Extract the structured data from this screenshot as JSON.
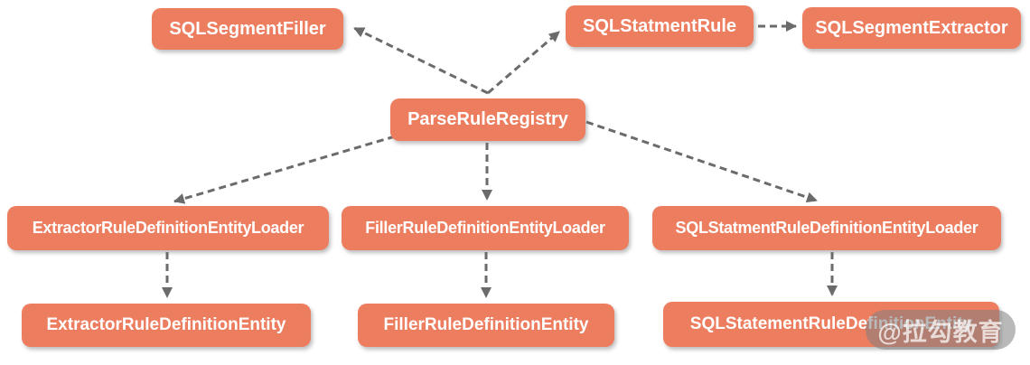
{
  "diagram": {
    "node_color": "#ED7D5F",
    "arrow_color": "#6B6B6B",
    "background_color": "#FFFFFF",
    "nodes": [
      {
        "id": "sql-segment-filler",
        "label": "SQLSegmentFiller"
      },
      {
        "id": "sql-statment-rule",
        "label": "SQLStatmentRule"
      },
      {
        "id": "sql-segment-extractor",
        "label": "SQLSegmentExtractor"
      },
      {
        "id": "parse-rule-registry",
        "label": "ParseRuleRegistry"
      },
      {
        "id": "extractor-rule-definition-entity-loader",
        "label": "ExtractorRuleDefinitionEntityLoader"
      },
      {
        "id": "filler-rule-definition-entity-loader",
        "label": "FillerRuleDefinitionEntityLoader"
      },
      {
        "id": "sql-statment-rule-definition-entity-loader",
        "label": "SQLStatmentRuleDefinitionEntityLoader"
      },
      {
        "id": "extractor-rule-definition-entity",
        "label": "ExtractorRuleDefinitionEntity"
      },
      {
        "id": "filler-rule-definition-entity",
        "label": "FillerRuleDefinitionEntity"
      },
      {
        "id": "sql-statement-rule-definition-entity",
        "label": "SQLStatementRuleDefinitionEntity"
      }
    ],
    "edges": [
      {
        "from": "ParseRuleRegistry",
        "to": "SQLSegmentFiller",
        "style": "dashed-arrow"
      },
      {
        "from": "ParseRuleRegistry",
        "to": "SQLStatmentRule",
        "style": "dashed-arrow"
      },
      {
        "from": "SQLStatmentRule",
        "to": "SQLSegmentExtractor",
        "style": "dashed-arrow"
      },
      {
        "from": "ParseRuleRegistry",
        "to": "ExtractorRuleDefinitionEntityLoader",
        "style": "dashed-arrow"
      },
      {
        "from": "ParseRuleRegistry",
        "to": "FillerRuleDefinitionEntityLoader",
        "style": "dashed-arrow"
      },
      {
        "from": "ParseRuleRegistry",
        "to": "SQLStatmentRuleDefinitionEntityLoader",
        "style": "dashed-arrow"
      },
      {
        "from": "ExtractorRuleDefinitionEntityLoader",
        "to": "ExtractorRuleDefinitionEntity",
        "style": "dashed-arrow"
      },
      {
        "from": "FillerRuleDefinitionEntityLoader",
        "to": "FillerRuleDefinitionEntity",
        "style": "dashed-arrow"
      },
      {
        "from": "SQLStatmentRuleDefinitionEntityLoader",
        "to": "SQLStatementRuleDefinitionEntity",
        "style": "dashed-arrow"
      }
    ],
    "watermark": {
      "text": "@拉勾教育"
    }
  }
}
